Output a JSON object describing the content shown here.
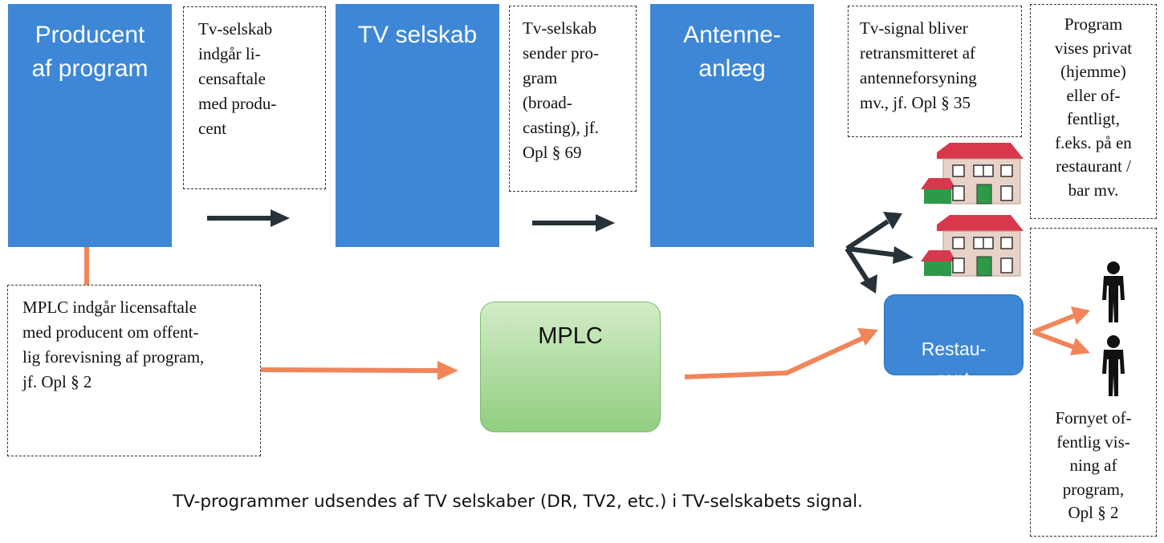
{
  "boxes": {
    "producer": "Producent\naf program",
    "tv_company": "TV selskab",
    "antenna": "Antenne-\nanlæg"
  },
  "notes": {
    "license_agreement": "Tv-selskab\nindgår li-\ncensaftale\nmed produ-\ncent",
    "broadcast": "Tv-selskab\nsender pro-\ngram\n(broad-\ncasting), jf.\nOpl § 69",
    "retransmission": "Tv-signal bliver\nretransmitteret af\nantenneforsyning\nmv., jf. Opl § 35",
    "display": "Program\nvises privat\n(hjemme)\neller of-\nfentligt,\nf.eks. på en\nrestaurant /\nbar mv.",
    "mplc_agreement": "MPLC indgår licensaftale\nmed producent om offent-\nlig forevisning af program,\njf. Opl § 2",
    "renewed_display": "Fornyet of-\nfentlig vis-\nning af\nprogram,\nOpl § 2"
  },
  "mplc_label": "MPLC",
  "restaurant_label": "Restau-\nrant",
  "caption": "TV-programmer udsendes af TV selskaber (DR, TV2, etc.) i TV-selskabets signal.",
  "icons": [
    "house-icon",
    "house-icon",
    "person-icon",
    "person-icon"
  ],
  "colors": {
    "box_blue": "#3d87d6",
    "mplc_green": "#a9d99a",
    "arrow_orange": "#f0855a",
    "arrow_dark": "#263238",
    "roof_red": "#d8384c"
  }
}
